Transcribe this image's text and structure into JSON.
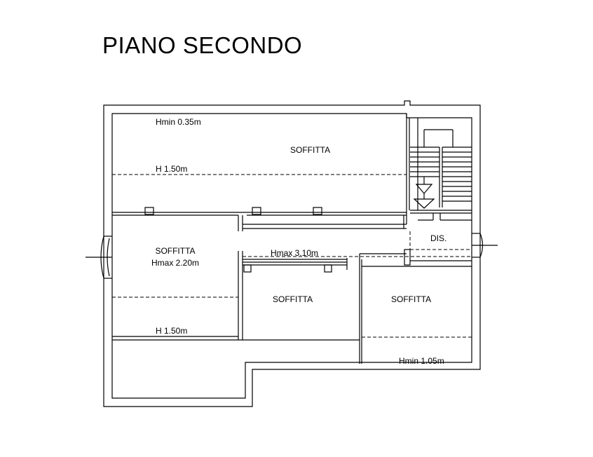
{
  "title": "PIANO SECONDO",
  "rooms": {
    "top": {
      "label": "SOFFITTA",
      "hmin": "Hmin 0.35m",
      "h": "H 1.50m"
    },
    "left": {
      "label": "SOFFITTA",
      "hmax": "Hmax 2.20m",
      "h": "H 1.50m"
    },
    "middle": {
      "label": "SOFFITTA",
      "hmax": "Hmax 3.10m"
    },
    "right": {
      "label": "SOFFITTA",
      "hmin": "Hmin 1.05m"
    },
    "landing": {
      "label": "DIS."
    }
  }
}
